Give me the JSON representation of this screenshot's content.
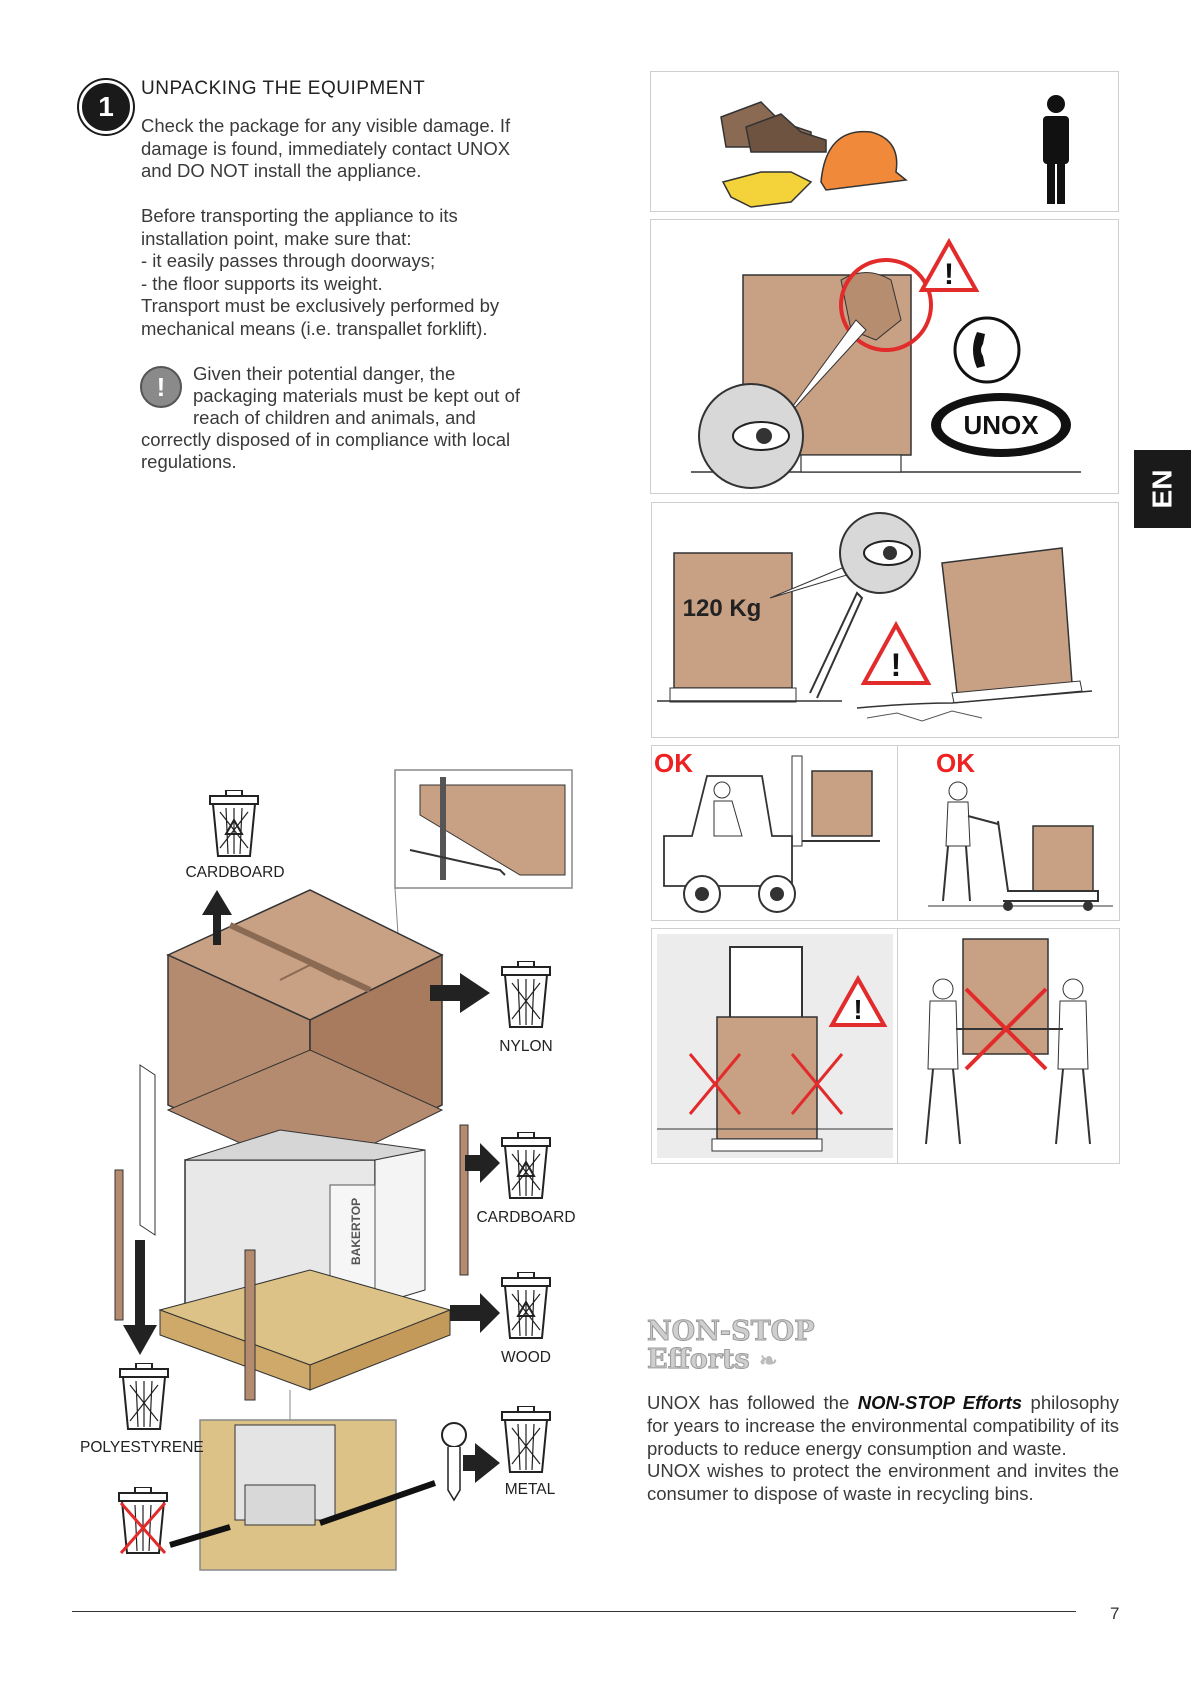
{
  "section": {
    "step_number": "1",
    "title": "UNPACKING THE EQUIPMENT"
  },
  "paragraphs": {
    "p1": [
      "Check the package for any visible damage. If",
      "damage is found, immediately contact UNOX",
      "and DO NOT install the appliance."
    ],
    "p2": [
      "Before transporting the appliance to its",
      "installation point, make sure that:",
      "- it easily passes through doorways;",
      "- the floor supports its weight.",
      "Transport must be exclusively performed by",
      "mechanical means (i.e. transpallet forklift)."
    ]
  },
  "warning": {
    "icon": "exclamation-circle-icon",
    "lines_indented": [
      "Given their potential danger, the",
      "packaging materials must be kept out of",
      "reach of children and animals, and"
    ],
    "lines_full": [
      "correctly disposed of in compliance with local",
      "regulations."
    ]
  },
  "figures": {
    "weight_label": "120 Kg",
    "brand_logo": "UNOX",
    "ok_label_1": "OK",
    "ok_label_2": "OK"
  },
  "recycling": {
    "cardboard_top": "CARDBOARD",
    "nylon": "NYLON",
    "cardboard_side": "CARDBOARD",
    "wood": "WOOD",
    "polystyrene": "POLYESTYRENE",
    "metal": "METAL",
    "oven_brand": "BAKERTOP"
  },
  "nonstop": {
    "logo_line1": "NON-STOP",
    "logo_line2": "Efforts",
    "text_a": "UNOX has followed the ",
    "text_bold": "NON-STOP Efforts",
    "text_b": " philosophy for years to increase the environmental compatibility of its products to reduce energy consumption and waste.",
    "text_c": "UNOX wishes to protect the environment and invites the consumer to dispose of waste in recycling bins."
  },
  "language_tab": "EN",
  "page_number": "7",
  "colors": {
    "cardboard": "#c8a084",
    "cardboard_dark": "#a87a5e",
    "wood": "#ddc287",
    "warning_red": "#e22b2b",
    "tab_black": "#1a1a1a"
  }
}
